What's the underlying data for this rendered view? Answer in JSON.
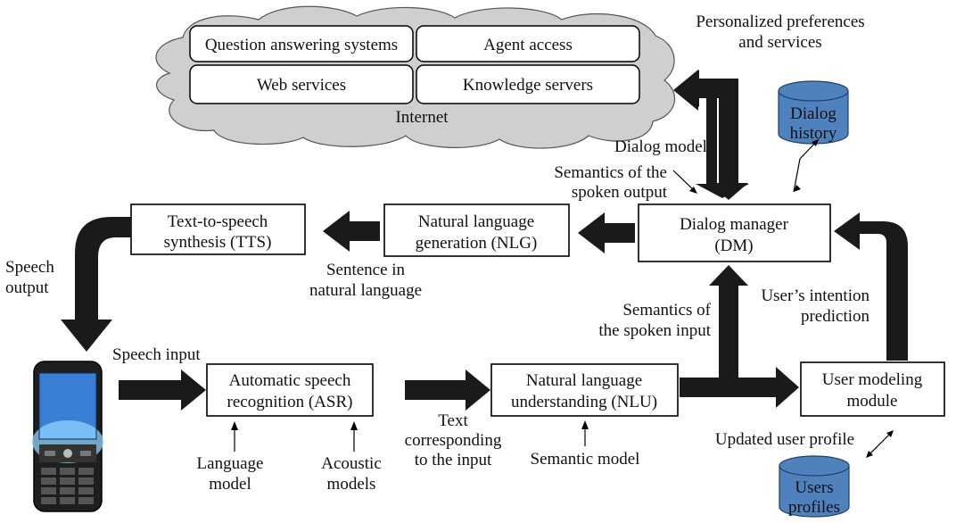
{
  "internet": {
    "label": "Internet",
    "services": [
      "Question answering systems",
      "Agent access",
      "Web services",
      "Knowledge servers"
    ]
  },
  "modules": {
    "dm": [
      "Dialog manager",
      "(DM)"
    ],
    "nlg": [
      "Natural language",
      "generation (NLG)"
    ],
    "tts": [
      "Text-to-speech",
      "synthesis (TTS)"
    ],
    "asr": [
      "Automatic speech",
      "recognition (ASR)"
    ],
    "nlu": [
      "Natural language",
      "understanding (NLU)"
    ],
    "user_model": [
      "User modeling",
      "module"
    ]
  },
  "databases": {
    "dialog_history": [
      "Dialog",
      "history"
    ],
    "users_profiles": [
      "Users",
      "profiles"
    ]
  },
  "labels": {
    "personalized": [
      "Personalized preferences",
      "and services"
    ],
    "dialog_model": "Dialog model",
    "semantics_output": [
      "Semantics of the",
      "spoken output"
    ],
    "sentence": [
      "Sentence in",
      "natural language"
    ],
    "speech_output": [
      "Speech",
      "output"
    ],
    "speech_input": "Speech input",
    "semantics_input": [
      "Semantics of",
      "the spoken input"
    ],
    "intention": [
      "User’s intention",
      "prediction"
    ],
    "text_input": [
      "Text",
      "corresponding",
      "to the input"
    ],
    "language_model": [
      "Language",
      "model"
    ],
    "acoustic_models": [
      "Acoustic",
      "models"
    ],
    "semantic_model": "Semantic model",
    "updated_profile": "Updated user profile"
  },
  "colors": {
    "cloud": "#cfcfcf",
    "database": "#4f81bd",
    "arrow": "#1a1a1a"
  }
}
